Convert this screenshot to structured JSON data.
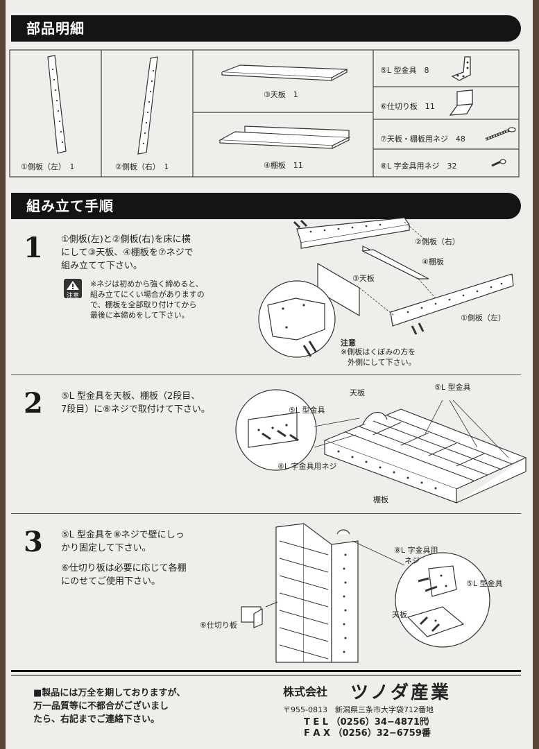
{
  "parts": {
    "title": "部品明細",
    "items": [
      {
        "label": "①側板（左）　1"
      },
      {
        "label": "②側板（右）　1"
      },
      {
        "label": "③天板　1"
      },
      {
        "label": "④棚板　11"
      },
      {
        "label": "⑤L 型金具　8"
      },
      {
        "label": "⑥仕切り板　11"
      },
      {
        "label": "⑦天板・棚板用ネジ　48"
      },
      {
        "label": "⑧L 字金具用ネジ　32"
      }
    ]
  },
  "assembly": {
    "title": "組み立て手順",
    "step1": {
      "number": "1",
      "lines": [
        "①側板(左)と②側板(右)を床に横",
        "にして③天板、④棚板を⑦ネジで",
        "組み立てて下さい。"
      ],
      "caution_badge": "注意",
      "note": [
        "※ネジは初めから強く締めると、",
        "組み立てにくい場合がありますの",
        "で、棚板を全部取り付けてから",
        "最後に本締めをして下さい。"
      ],
      "diagram_labels": {
        "right_side": "②側板（右）",
        "shelf": "④棚板",
        "top": "③天板",
        "left_side": "①側板（左）"
      },
      "diagram_note_title": "注意",
      "diagram_note": [
        "※側板はくぼみの方を",
        "外側にして下さい。"
      ]
    },
    "step2": {
      "number": "2",
      "lines": [
        "⑤L 型金具を天板、棚板（2段目、",
        "7段目）に⑧ネジで取付けて下さい。"
      ],
      "diagram_labels": {
        "top": "天板",
        "bracket": "⑤L 型金具",
        "bracket_detail": "⑤L 型金具",
        "screw": "⑧L 字金具用ネジ",
        "shelf": "棚板"
      }
    },
    "step3": {
      "number": "3",
      "lines": [
        "⑤L 型金具を⑧ネジで壁にしっ",
        "かり固定して下さい。"
      ],
      "lines2": [
        "⑥仕切り板は必要に応じて各棚",
        "にのせてご使用下さい。"
      ],
      "diagram_labels": {
        "divider": "⑥仕切り板",
        "screw": "⑧L 字金具用",
        "screw2": "ネジ",
        "bracket": "⑤L 型金具",
        "top": "天板"
      }
    }
  },
  "footer": {
    "notice": [
      "■製品には万全を期しておりますが、",
      "万一品質等に不都合がございまし",
      "たら、右記までご連絡下さい。"
    ],
    "company_prefix": "株式会社",
    "company_name": "ツノダ産業",
    "address": "〒955-0813　新潟県三条市大字袋712番地",
    "tel": "T E L （0256）34−4871㈹",
    "fax": "F A X （0256）32−6759番"
  }
}
